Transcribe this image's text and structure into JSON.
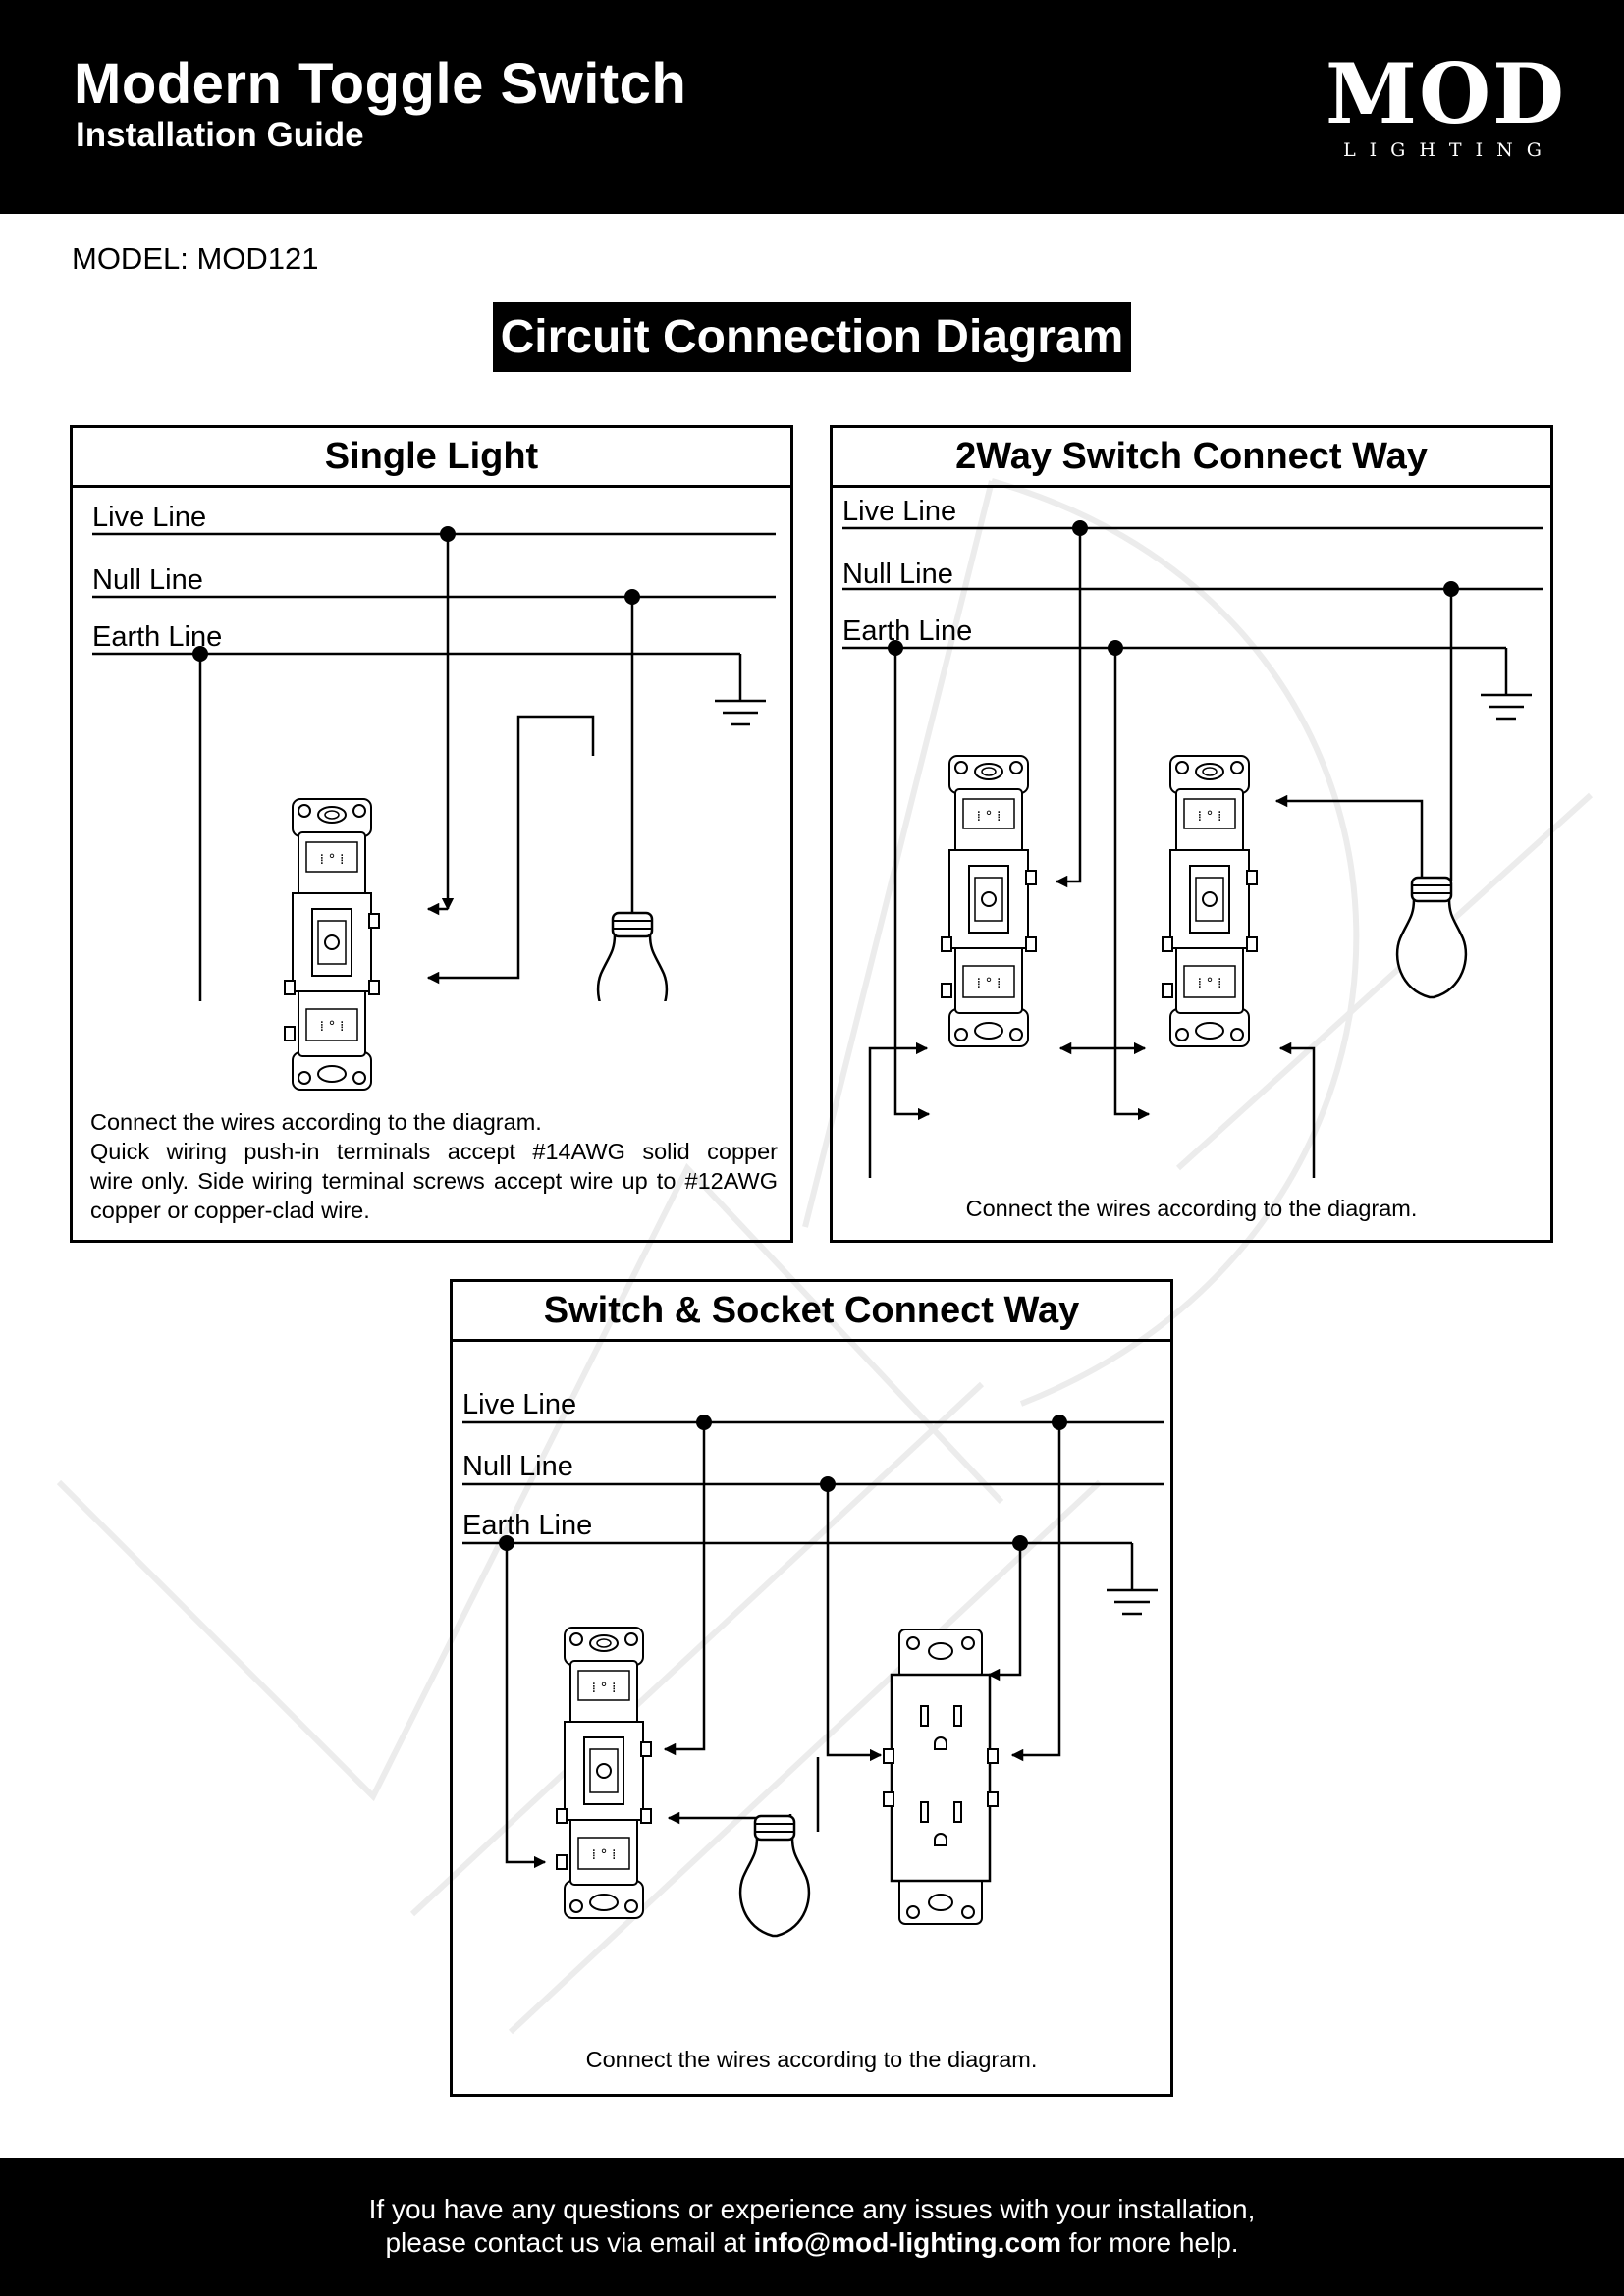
{
  "header": {
    "title": "Modern Toggle Switch",
    "subtitle": "Installation Guide",
    "logo_main": "MOD",
    "logo_sub": "LIGHTING"
  },
  "model": "MODEL: MOD121",
  "section_title": "Circuit Connection Diagram",
  "panels": {
    "single": {
      "title": "Single Light",
      "lines": [
        "Live Line",
        "Null Line",
        "Earth Line"
      ],
      "caption_1": "Connect the wires according to the diagram.",
      "caption_2": "Quick wiring push-in terminals accept #14AWG solid copper",
      "caption_3": "wire only. Side wiring terminal screws accept wire up to #12AWG",
      "caption_4": "copper or copper-clad wire."
    },
    "twoway": {
      "title": "2Way Switch Connect Way",
      "lines": [
        "Live Line",
        "Null Line",
        "Earth Line"
      ],
      "caption": "Connect the wires according to the diagram."
    },
    "socket": {
      "title": "Switch & Socket Connect Way",
      "lines": [
        "Live Line",
        "Null Line",
        "Earth Line"
      ],
      "caption": "Connect the wires according to the diagram."
    }
  },
  "footer": {
    "line_1": "If you have any questions or experience any issues with your installation,",
    "line_2_pre": "please contact us via email at ",
    "email": "info@mod-lighting.com",
    "line_2_post": " for more help."
  }
}
